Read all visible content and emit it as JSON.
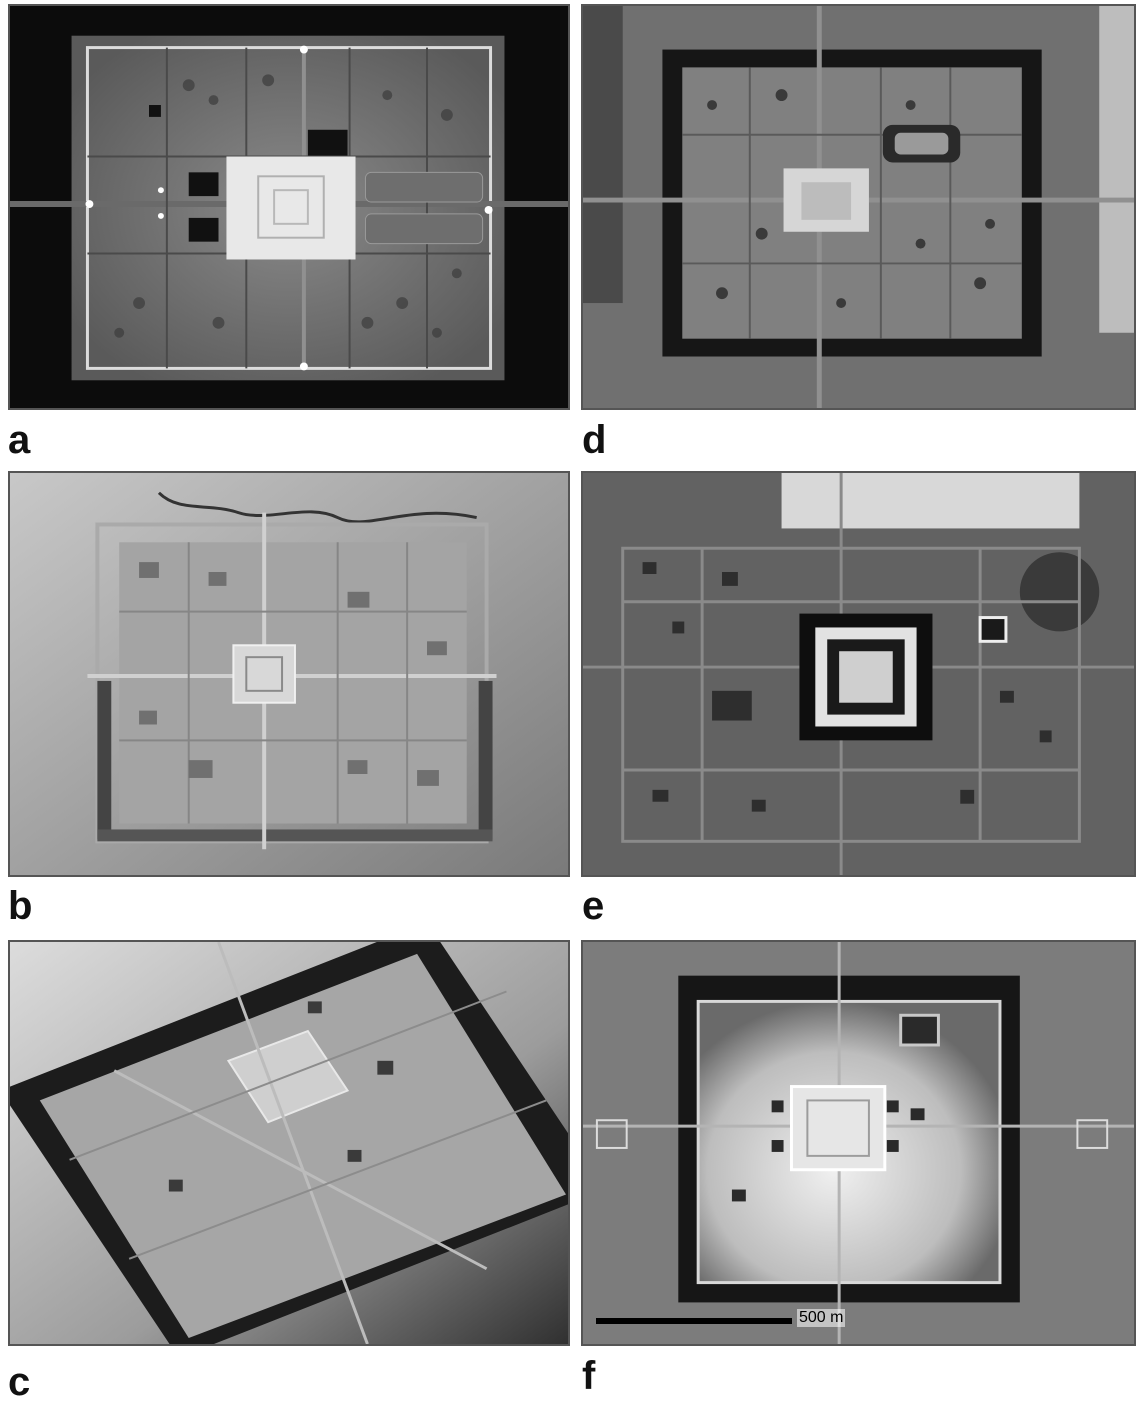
{
  "panels": [
    {
      "id": "a",
      "label": "a"
    },
    {
      "id": "b",
      "label": "b"
    },
    {
      "id": "c",
      "label": "c"
    },
    {
      "id": "d",
      "label": "d"
    },
    {
      "id": "e",
      "label": "e"
    },
    {
      "id": "f",
      "label": "f"
    }
  ],
  "scale_bar": {
    "text": "500 m"
  },
  "colors": {
    "background": "#ffffff",
    "panel_border": "#555555",
    "moat": "#141414",
    "enclosure_light": "#e8e8e8"
  }
}
